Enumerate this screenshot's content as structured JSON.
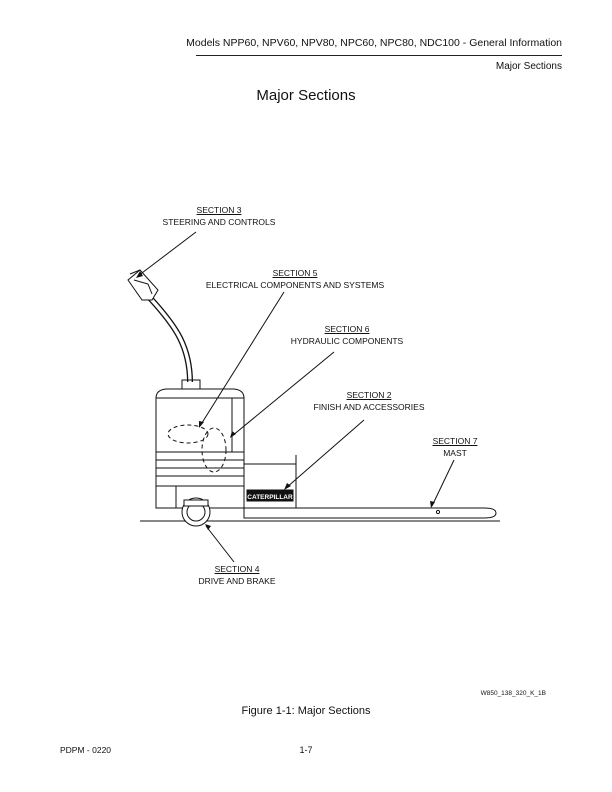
{
  "header": {
    "title": "Models NPP60, NPV60, NPV80, NPC60, NPC80, NDC100 - General Information",
    "subtitle": "Major Sections"
  },
  "page_title": "Major Sections",
  "figure": {
    "labels": [
      {
        "section": "SECTION 3",
        "name": "STEERING  AND  CONTROLS"
      },
      {
        "section": "SECTION 5",
        "name": "ELECTRICAL  COMPONENTS  AND  SYSTEMS"
      },
      {
        "section": "SECTION 6",
        "name": "HYDRAULIC  COMPONENTS"
      },
      {
        "section": "SECTION 2",
        "name": "FINISH  AND  ACCESSORIES"
      },
      {
        "section": "SECTION 7",
        "name": "MAST"
      },
      {
        "section": "SECTION 4",
        "name": "DRIVE  AND  BRAKE"
      }
    ],
    "brand_plate": "CATERPILLAR",
    "drawing_id": "W850_138_320_K_1B",
    "caption": "Figure 1-1:  Major Sections"
  },
  "footer": {
    "doc_code": "PDPM - 0220",
    "page_number": "1-7"
  }
}
